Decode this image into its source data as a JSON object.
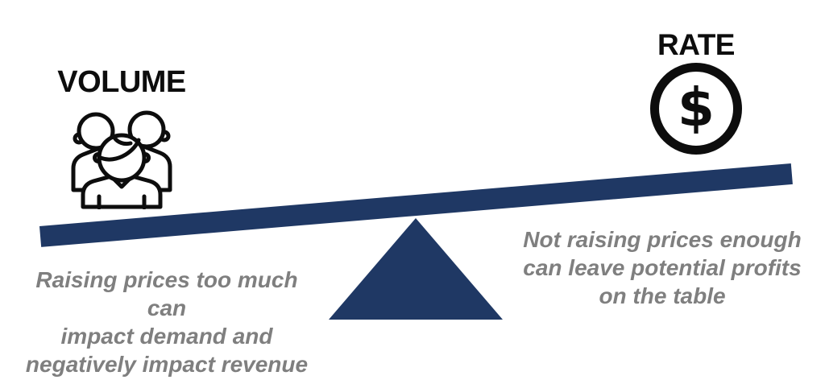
{
  "diagram": {
    "title_hint": "volume-vs-rate-pricing-seesaw",
    "left_side": {
      "label": "VOLUME",
      "icon": "people-group-icon",
      "caption_lines": [
        "Raising prices too much can",
        "impact demand and",
        "negatively impact revenue"
      ]
    },
    "right_side": {
      "label": "RATE",
      "icon": "dollar-circle-icon",
      "dollar_symbol": "$",
      "caption_lines": [
        "Not raising prices enough",
        "can leave potential profits",
        "on the table"
      ]
    },
    "colors": {
      "beam": "#1F3864",
      "fulcrum": "#1F3864",
      "caption_text": "#7F7F7F",
      "label_text": "#0D0D0D"
    }
  }
}
